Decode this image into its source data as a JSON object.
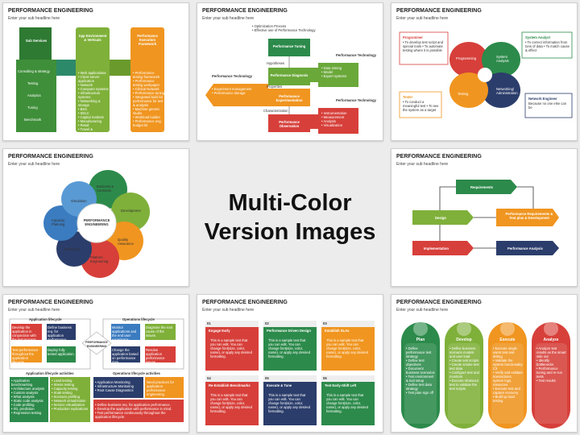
{
  "center_title": {
    "line1": "Multi-Color",
    "line2": "Version Images"
  },
  "slide_common": {
    "title": "PERFORMANCE ENGINEERING",
    "subtitle": "Enter your sub headline here"
  },
  "s1": {
    "cols": [
      "Sub Services",
      "App Environment & Verticals",
      "Performance Execution Framework"
    ],
    "items": [
      "Consulting & strategy",
      "Testing",
      "Analytics",
      "Tuning",
      "Benchmark"
    ],
    "list2": [
      "• Web applications",
      "• Client-server application",
      "• Network",
      "• Computer systems",
      "• Infrastructure systems",
      "• Networking & storage",
      "• BSS",
      "• SDLC",
      "• Capital markets",
      "• Manufacturing",
      "• Retail",
      "• Travel & transportation"
    ],
    "list3": [
      "• Performance testing framework",
      "• Performance testing workpaper",
      "• Clinical Network",
      "• Performance tuning",
      "• Integrated build kit performance for test & analysis",
      "• Machine generic studio",
      "• Workload builder",
      "• Performance eng. budget kit"
    ]
  },
  "s2": {
    "bullets": [
      "• Optimization Process",
      "• Effective use of Performance Technology"
    ],
    "blocks": [
      "Performance Tuning",
      "Performance Diagnosis",
      "Performance Experimentation",
      "Performance Observation"
    ],
    "labels": [
      "Hypotheses",
      "Properties",
      "Characterization"
    ],
    "left_title": "Performance Technology",
    "left_items": [
      "• Experiment management",
      "• Performance storage"
    ],
    "r1_title": "Performance Technology",
    "r1_items": [
      "• Data mining",
      "• Model",
      "• Expert systems"
    ],
    "r2_title": "Performance Technology",
    "r2_items": [
      "• Instrumentation",
      "• Measurement",
      "• Analysis",
      "• Visualization"
    ]
  },
  "s3": {
    "petals": [
      "Programming",
      "System Analysis",
      "Networking/ Administration",
      "Testing"
    ],
    "notes": [
      {
        "h": "Programmer",
        "t": "• To develop test script and special tools • To automate testing where it is possible"
      },
      {
        "h": "System Analyst",
        "t": "• To correct information from tons of data • To match cause & effect"
      },
      {
        "h": "Tester",
        "t": "• To conduct a meaningful test • To see the system as a target"
      },
      {
        "h": "Network Engineer",
        "t": "Because no one else can be"
      }
    ]
  },
  "s4": {
    "center": "PERFORMANCE ENGINEERING",
    "petals": [
      "Business & Contracts",
      "Development",
      "Quality Assurance",
      "Platform Engineering",
      "Monitoring",
      "Capacity Planning",
      "Simulation"
    ]
  },
  "s6": {
    "boxes": [
      "Requirements",
      "Design",
      "Performance Requirements & Test plan & Development",
      "Implementation",
      "Performance Analysis"
    ]
  },
  "s7": {
    "h1": "Application lifecycle",
    "h2": "Operations lifecycle",
    "center": "PERFORMANCE ENGINEERING",
    "cards": [
      "Develop the application in conjunction with the test process.",
      "Define business req. for application performance.",
      "Monitor applications and the end user experience.",
      "Diagnose the root cause of the issues.",
      "Test performance throughout the application lifecycle.",
      "Deploy fully tested application.",
      "Change the application based on performance data.",
      "Resolve application performance issues"
    ],
    "h3": "Application lifecycle activities",
    "h4": "Operations lifecycle activities",
    "a1": [
      "• Application benchmarking",
      "• Architecture analysis",
      "• Custom analysis",
      "• What analysis",
      "• Static code analysis",
      "• Code profiling",
      "• I/O, prediction",
      "• Regression testing"
    ],
    "a2": [
      "• Load testing",
      "• Stress testing",
      "• Capacity testing",
      "• Soak testing",
      "• Scenario profiling",
      "• Network virtualization",
      "• Service virtualization",
      "• Production replications"
    ],
    "a3": [
      "• Application Monitoring",
      "• Infrastructure Monitoring",
      "• Root Cause Diagnostics"
    ],
    "a4": "Need practices for application performance engineering",
    "a5": [
      "• Define business req. for application performance.",
      "• Develop the application with performance in mind.",
      "• Test performance continuously throughout the application lifecycle."
    ]
  },
  "s8": {
    "steps": [
      {
        "n": "01",
        "t": "Engage Early"
      },
      {
        "n": "02",
        "t": "Performance Driven Design"
      },
      {
        "n": "03",
        "t": "Establish SLAs"
      },
      {
        "n": "04",
        "t": "Re-Establish Benchmarks"
      },
      {
        "n": "05",
        "t": "Execute & Tune"
      },
      {
        "n": "06",
        "t": "Test Early-Shift Left"
      }
    ],
    "body": "This is a sample text that you can edit. You can change font(size, color, name), or apply any desired formatting."
  },
  "s9": {
    "cols": [
      {
        "t": "Plan",
        "items": [
          "• Define performance test strategy",
          "• Define test objectives",
          "• Document business scenarios",
          "• Test environment & tool setup",
          "• Define test data strategy",
          "• Test plan sign off"
        ]
      },
      {
        "t": "Develop",
        "items": [
          "• Define business scenario models and user load",
          "• Create test scripts",
          "• Create smoke test test data",
          "• Configure test and monitors",
          "• Execute shakeout test to validate the test scripts"
        ]
      },
      {
        "t": "Execute",
        "items": [
          "• Execute single users test and debug",
          "• Validate the system functionality C3",
          "• Verify and validate transactions, system logs, resources",
          "• Execute test and capture recovery",
          "• Build up load testing"
        ]
      },
      {
        "t": "Analyze",
        "items": [
          "• Analyze test results as the smart side out",
          "• Identify bottlenecks",
          "• Performance tuning and re-run tests",
          "• Test results"
        ]
      }
    ]
  },
  "colors": {
    "green": "#5aa64b",
    "orange": "#f0951f",
    "red": "#d7403a",
    "navy": "#2b3d6b",
    "blue": "#3b7bbf",
    "gray": "#7c7c7c",
    "purple": "#5a4a8a"
  }
}
